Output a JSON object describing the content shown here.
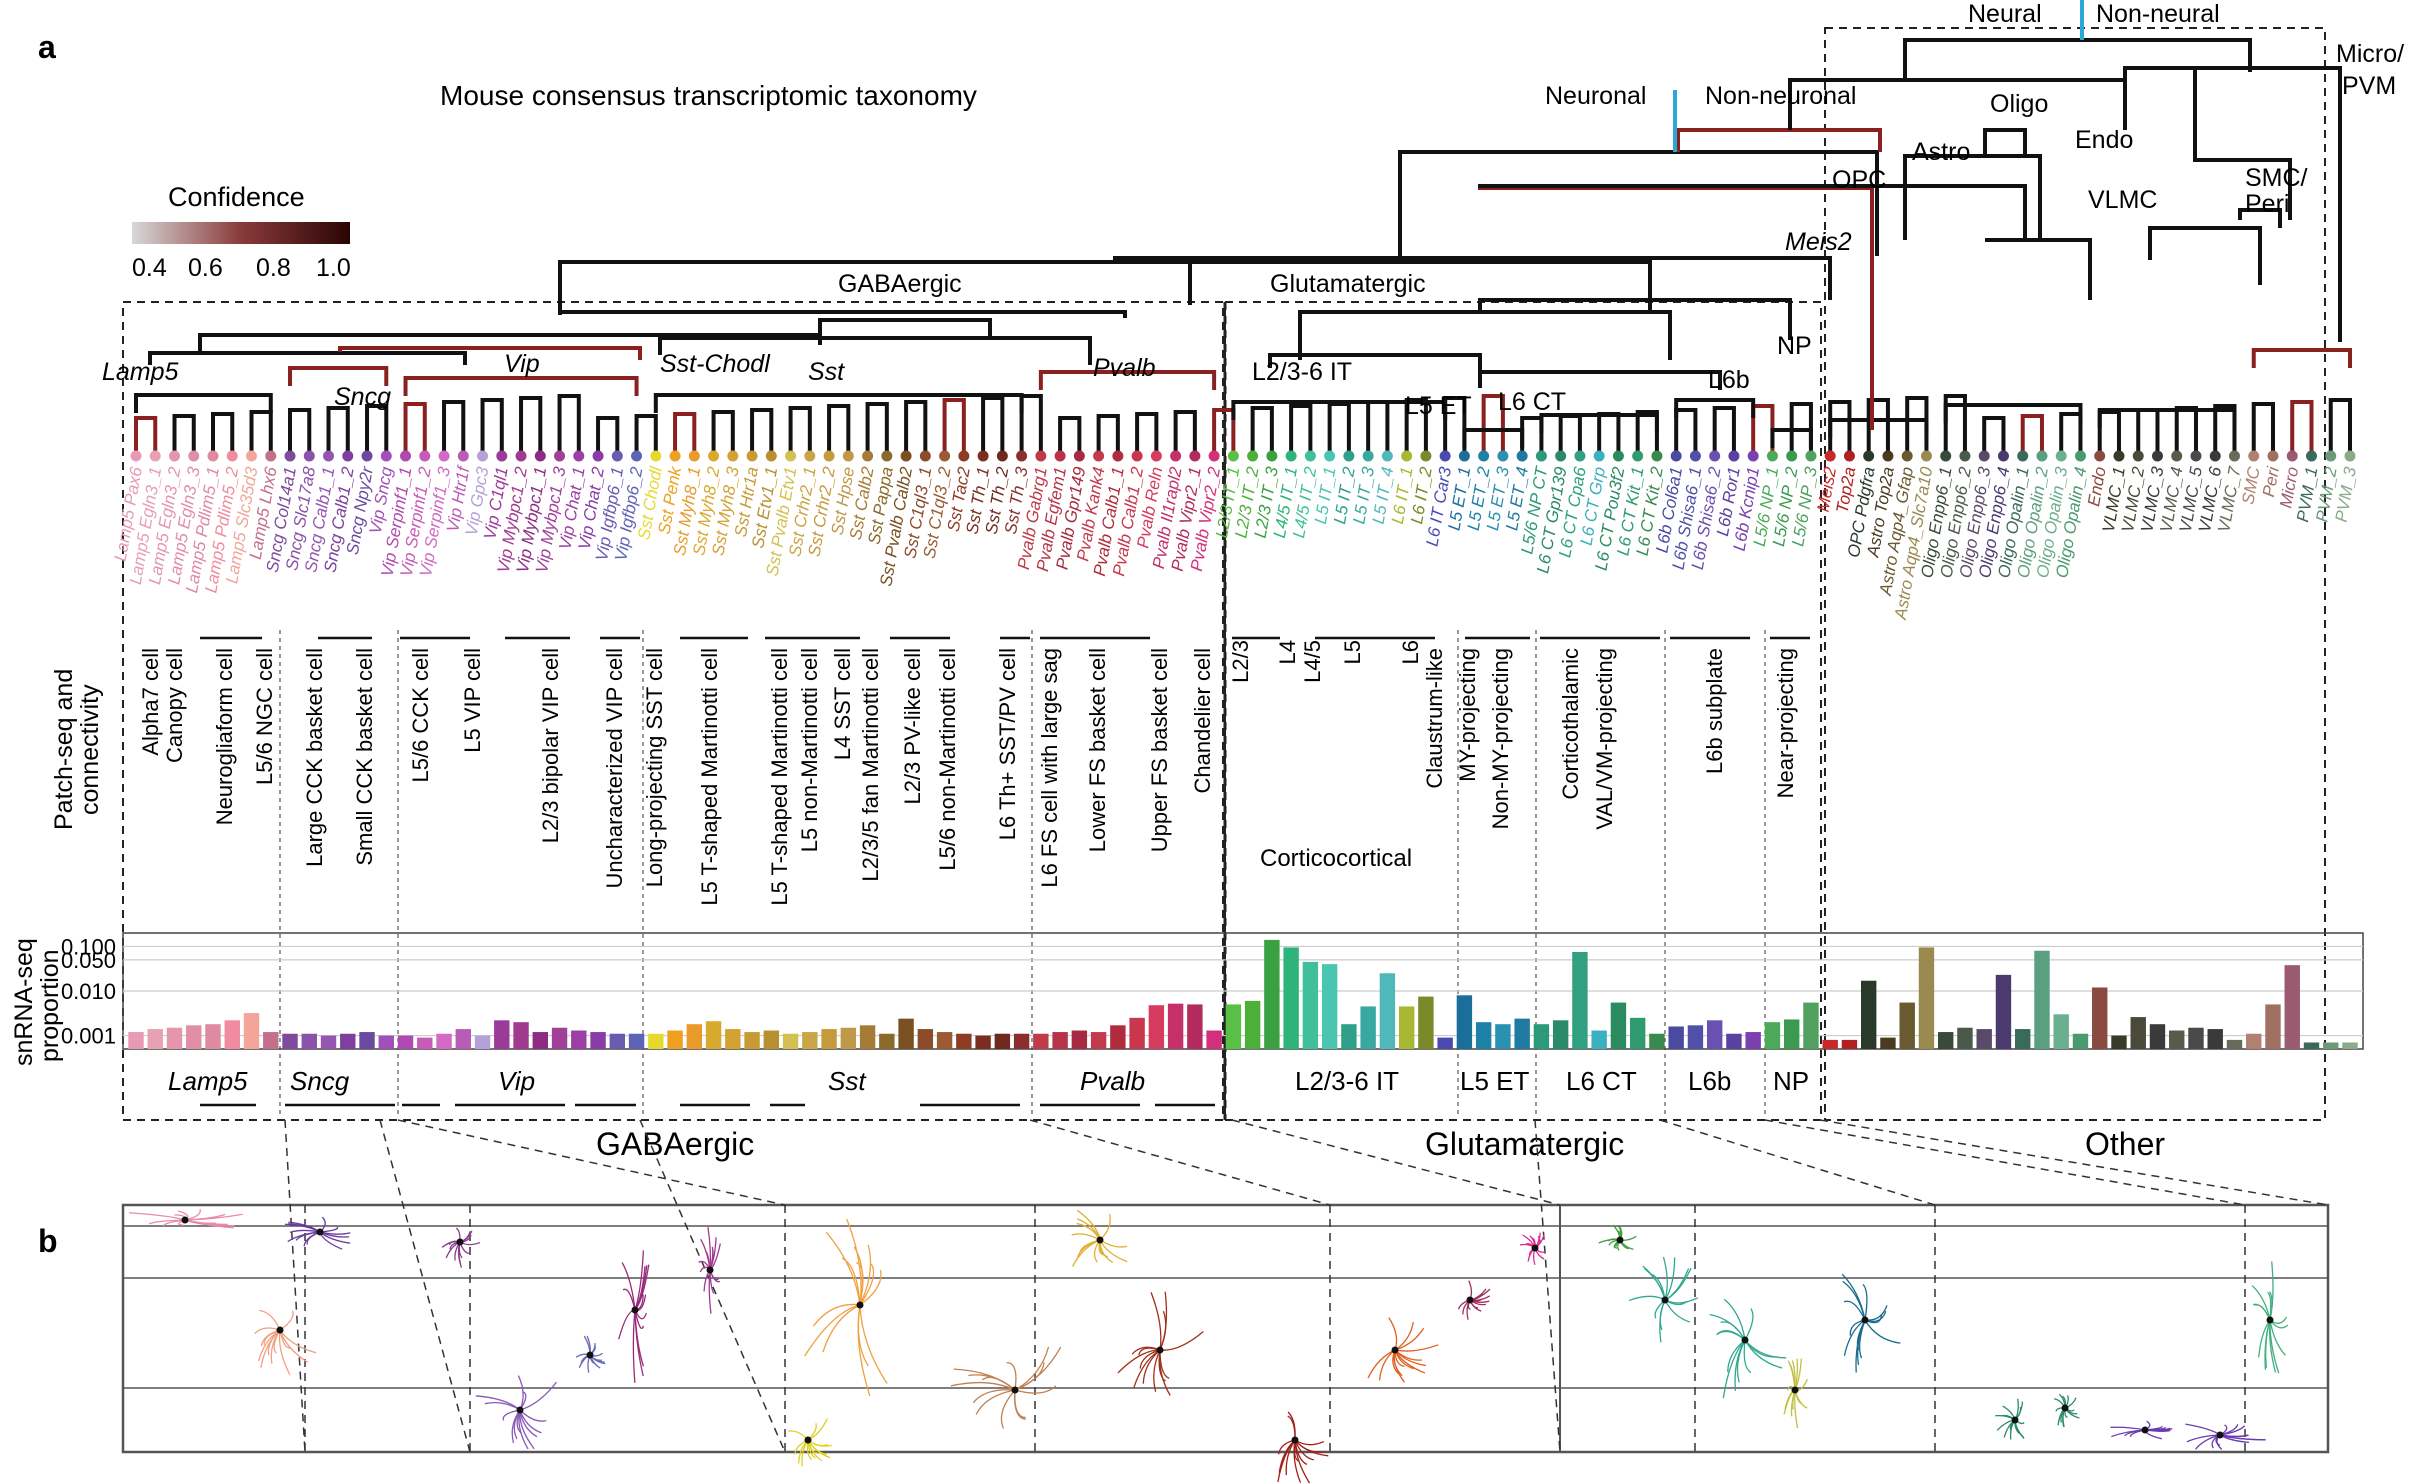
{
  "panel_labels": {
    "a": "a",
    "b": "b"
  },
  "title": "Mouse consensus transcriptomic taxonomy",
  "confidence": {
    "label": "Confidence",
    "ticks": [
      "0.4",
      "0.6",
      "0.8",
      "1.0"
    ]
  },
  "split_labels": {
    "neural": "Neural",
    "non_neural": "Non-neural",
    "neuronal": "Neuronal",
    "non_neuronal": "Non-neuronal",
    "gabaergic": "GABAergic",
    "glutamatergic": "Glutamatergic",
    "oligo": "Oligo",
    "astro": "Astro",
    "opc": "OPC",
    "meis2": "Meis2",
    "endo": "Endo",
    "vlmc": "VLMC",
    "smc_peri": "SMC/ Peri",
    "micro_pvm": "Micro/ PVM",
    "lamp5": "Lamp5",
    "sncg": "Sncg",
    "vip": "Vip",
    "sst_chodl": "Sst-Chodl",
    "sst": "Sst",
    "pvalb": "Pvalb",
    "l23_6_it": "L2/3-6 IT",
    "l5_et": "L5 ET",
    "l6_ct": "L6 CT",
    "l6b": "L6b",
    "np": "NP"
  },
  "leaves": [
    {
      "label": "Lamp5 Pax6",
      "color": "#e89ab4"
    },
    {
      "label": "Lamp5 Egln3_1",
      "color": "#e8a0b4"
    },
    {
      "label": "Lamp5 Egln3_2",
      "color": "#e596ad"
    },
    {
      "label": "Lamp5 Egln3_3",
      "color": "#e08fa7"
    },
    {
      "label": "Lamp5 Pdlim5_1",
      "color": "#de8aa1"
    },
    {
      "label": "Lamp5 Pdlim5_2",
      "color": "#f08ba0"
    },
    {
      "label": "Lamp5 Slc35d3",
      "color": "#f3a59a"
    },
    {
      "label": "Lamp5 Lhx6",
      "color": "#c4708a"
    },
    {
      "label": "Sncg Col14a1",
      "color": "#7d4a9c"
    },
    {
      "label": "Sncg Slc17a8",
      "color": "#8a52a8"
    },
    {
      "label": "Sncg Calb1_1",
      "color": "#9457b0"
    },
    {
      "label": "Sncg Calb1_2",
      "color": "#7e3f9e"
    },
    {
      "label": "Sncg Npy2r",
      "color": "#6a4aa0"
    },
    {
      "label": "Vip Sncg",
      "color": "#a050b8"
    },
    {
      "label": "Vip Serpinf1_1",
      "color": "#b14ab0"
    },
    {
      "label": "Vip Serpinf1_2",
      "color": "#c75bb6"
    },
    {
      "label": "Vip Serpinf1_3",
      "color": "#d36ac4"
    },
    {
      "label": "Vip Htr1f",
      "color": "#b85cb5"
    },
    {
      "label": "Vip Gpc3",
      "color": "#b6a0d8"
    },
    {
      "label": "Vip C1ql1",
      "color": "#9c3a9a"
    },
    {
      "label": "Vip Mybpc1_2",
      "color": "#a13a8e"
    },
    {
      "label": "Vip Mybpc1_1",
      "color": "#8e2b82"
    },
    {
      "label": "Vip Mybpc1_3",
      "color": "#a04099"
    },
    {
      "label": "Vip Chat_1",
      "color": "#9b3ea6"
    },
    {
      "label": "Vip Chat_2",
      "color": "#8b3ba6"
    },
    {
      "label": "Vip Igfbp6_1",
      "color": "#6a5ab0"
    },
    {
      "label": "Vip Igfbp6_2",
      "color": "#5f63b5"
    },
    {
      "label": "Sst Chodl",
      "color": "#e6d92d"
    },
    {
      "label": "Sst Penk",
      "color": "#f0a020"
    },
    {
      "label": "Sst Myh8_1",
      "color": "#e89a2a"
    },
    {
      "label": "Sst Myh8_2",
      "color": "#d9a82f"
    },
    {
      "label": "Sst Myh8_3",
      "color": "#d4a232"
    },
    {
      "label": "Sst Htr1a",
      "color": "#c89b36"
    },
    {
      "label": "Sst Etv1_1",
      "color": "#b99030"
    },
    {
      "label": "Sst Pvalb Etv1",
      "color": "#d4c050"
    },
    {
      "label": "Sst Crhr2_1",
      "color": "#c9a545"
    },
    {
      "label": "Sst Crhr2_2",
      "color": "#c59a3c"
    },
    {
      "label": "Sst Hpse",
      "color": "#bf9848"
    },
    {
      "label": "Sst Calb2",
      "color": "#a57c35"
    },
    {
      "label": "Sst Pappa",
      "color": "#8a6a2a"
    },
    {
      "label": "Sst Pvalb Calb2",
      "color": "#7a5020"
    },
    {
      "label": "Sst C1ql3_1",
      "color": "#8c4b2a"
    },
    {
      "label": "Sst C1ql3_2",
      "color": "#9a5a32"
    },
    {
      "label": "Sst Tac2",
      "color": "#8e3c26"
    },
    {
      "label": "Sst Th_1",
      "color": "#7a2e20"
    },
    {
      "label": "Sst Th_2",
      "color": "#6e2a1f"
    },
    {
      "label": "Sst Th_3",
      "color": "#8a2f2c"
    },
    {
      "label": "Pvalb Gabrg1",
      "color": "#c03a48"
    },
    {
      "label": "Pvalb Egfem1",
      "color": "#b8324a"
    },
    {
      "label": "Pvalb Gpr149",
      "color": "#a82a40"
    },
    {
      "label": "Pvalb Kank4",
      "color": "#c23a4d"
    },
    {
      "label": "Pvalb Calb1_1",
      "color": "#b02c3d"
    },
    {
      "label": "Pvalb Calb1_2",
      "color": "#c9374c"
    },
    {
      "label": "Pvalb Reln",
      "color": "#d63b60"
    },
    {
      "label": "Pvalb Il1rapl2",
      "color": "#c5306a"
    },
    {
      "label": "Pvalb Vipr2_1",
      "color": "#b22a5e"
    },
    {
      "label": "Pvalb Vipr2_2",
      "color": "#d2307a"
    },
    {
      "label": "L2/3 IT_1",
      "color": "#5abf45"
    },
    {
      "label": "L2/3 IT_2",
      "color": "#4caf3a"
    },
    {
      "label": "L2/3 IT_3",
      "color": "#3aa040"
    },
    {
      "label": "L4/5 IT_1",
      "color": "#2eb37a"
    },
    {
      "label": "L4/5 IT_2",
      "color": "#3fbf9a"
    },
    {
      "label": "L5 IT_1",
      "color": "#4ac5b0"
    },
    {
      "label": "L5 IT_2",
      "color": "#2fa08a"
    },
    {
      "label": "L5 IT_3",
      "color": "#38a8a0"
    },
    {
      "label": "L5 IT_4",
      "color": "#50b8b8"
    },
    {
      "label": "L6 IT_1",
      "color": "#a8b832"
    },
    {
      "label": "L6 IT_2",
      "color": "#7a8a2a"
    },
    {
      "label": "L6 IT Car3",
      "color": "#4a4ab0"
    },
    {
      "label": "L5 ET_1",
      "color": "#1a6e9a"
    },
    {
      "label": "L5 ET_2",
      "color": "#1e82a8"
    },
    {
      "label": "L5 ET_3",
      "color": "#2a90b0"
    },
    {
      "label": "L5 ET_4",
      "color": "#1e7aa0"
    },
    {
      "label": "L5/6 NP CT",
      "color": "#2a9a7a"
    },
    {
      "label": "L6 CT Gpr139",
      "color": "#2a8a6a"
    },
    {
      "label": "L6 CT Cpa6",
      "color": "#30a080"
    },
    {
      "label": "L6 CT Grp",
      "color": "#3ab0c0"
    },
    {
      "label": "L6 CT Pou3f2",
      "color": "#2a8a60"
    },
    {
      "label": "L6 CT Kit_1",
      "color": "#309a70"
    },
    {
      "label": "L6 CT Kit_2",
      "color": "#3a8a50"
    },
    {
      "label": "L6b Col6a1",
      "color": "#4a4aa0"
    },
    {
      "label": "L6b Shisa6_1",
      "color": "#5050a8"
    },
    {
      "label": "L6b Shisa6_2",
      "color": "#6a50b0"
    },
    {
      "label": "L6b Ror1",
      "color": "#5a40a0"
    },
    {
      "label": "L6b Kcnip1",
      "color": "#7a40b0"
    },
    {
      "label": "L5/6 NP_1",
      "color": "#4aaa5a"
    },
    {
      "label": "L5/6 NP_2",
      "color": "#3a9a50"
    },
    {
      "label": "L5/6 NP_3",
      "color": "#50a060"
    },
    {
      "label": "Meis2",
      "color": "#c82828"
    },
    {
      "label": "Top2a",
      "color": "#b02020"
    },
    {
      "label": "OPC Pdgfra",
      "color": "#2a3a2a"
    },
    {
      "label": "Astro Top2a",
      "color": "#4a3a20"
    },
    {
      "label": "Astro Aqp4_Gfap",
      "color": "#6a5a30"
    },
    {
      "label": "Astro Aqp4_Slc7a10",
      "color": "#9a8a50"
    },
    {
      "label": "Oligo Enpp6_1",
      "color": "#3a4a3a"
    },
    {
      "label": "Oligo Enpp6_2",
      "color": "#4a5a4a"
    },
    {
      "label": "Oligo Enpp6_3",
      "color": "#5a4a6a"
    },
    {
      "label": "Oligo Enpp6_4",
      "color": "#4a3a70"
    },
    {
      "label": "Oligo Opalin_1",
      "color": "#3a6a5a"
    },
    {
      "label": "Oligo Opalin_2",
      "color": "#5aa080"
    },
    {
      "label": "Oligo Opalin_3",
      "color": "#6ab090"
    },
    {
      "label": "Oligo Opalin_4",
      "color": "#4a9a70"
    },
    {
      "label": "Endo",
      "color": "#8a4a40"
    },
    {
      "label": "VLMC_1",
      "color": "#3a3a2a"
    },
    {
      "label": "VLMC_2",
      "color": "#4a4a3a"
    },
    {
      "label": "VLMC_3",
      "color": "#3a3a3a"
    },
    {
      "label": "VLMC_4",
      "color": "#5a5a4a"
    },
    {
      "label": "VLMC_5",
      "color": "#4a4a4a"
    },
    {
      "label": "VLMC_6",
      "color": "#3a3a3a"
    },
    {
      "label": "VLMC_7",
      "color": "#6a6a5a"
    },
    {
      "label": "SMC",
      "color": "#b08070"
    },
    {
      "label": "Peri",
      "color": "#a07060"
    },
    {
      "label": "Micro",
      "color": "#9a5a70"
    },
    {
      "label": "PVM_1",
      "color": "#3a6a5a"
    },
    {
      "label": "PVM_2",
      "color": "#6a9a7a"
    },
    {
      "label": "PVM_3",
      "color": "#8aaa8a"
    }
  ],
  "patch_seq": {
    "axis_label": "Patch-seq and connectivity",
    "cells": [
      "Alpha7 cell",
      "Canopy cell",
      "Neurogliaform cell",
      "L5/6 NGC cell",
      "Large CCK basket cell",
      "Small CCK basket cell",
      "L5/6 CCK cell",
      "L5 VIP cell",
      "L2/3 bipolar VIP cell",
      "Uncharacterized VIP cell",
      "Long-projecting SST cell",
      "L5 T-shaped Martinotti cell",
      "L5 T-shaped Martinotti cell",
      "L5 non-Martinotti cell",
      "L4 SST cell",
      "L2/3/5 fan Martinotti cell",
      "L2/3 PV-like cell",
      "L5/6 non-Martinotti cell",
      "L6 Th+ SST/PV cell",
      "L6 FS cell with large sag",
      "Lower FS basket cell",
      "Upper FS basket cell",
      "Chandelier cell",
      "L2/3",
      "L4",
      "L4/5",
      "L5",
      "L6",
      "Claustrum-like",
      "MY-projecting",
      "Non-MY-projecting",
      "Corticothalamic",
      "VAL/VM-projecting",
      "L6b subplate",
      "Near-projecting"
    ],
    "corticocortical": "Corticocortical"
  },
  "snrna": {
    "axis_label": "snRNA-seq proportion",
    "ticks": [
      "0.100",
      "0.050",
      "0.010",
      "0.001"
    ]
  },
  "groups": {
    "lamp5": "Lamp5",
    "sncg": "Sncg",
    "vip": "Vip",
    "sst": "Sst",
    "pvalb": "Pvalb",
    "it": "L2/3-6 IT",
    "et": "L5 ET",
    "ct": "L6 CT",
    "l6b": "L6b",
    "np": "NP",
    "gaba": "GABAergic",
    "glut": "Glutamatergic",
    "other": "Other"
  },
  "chart_data": {
    "type": "bar",
    "title": "",
    "ylabel": "snRNA-seq proportion",
    "yscale": "log",
    "ylim": [
      0.0005,
      0.2
    ],
    "categories": [
      "Lamp5 Pax6",
      "Lamp5 Egln3_1",
      "Lamp5 Egln3_2",
      "Lamp5 Egln3_3",
      "Lamp5 Pdlim5_1",
      "Lamp5 Pdlim5_2",
      "Lamp5 Slc35d3",
      "Lamp5 Lhx6",
      "Sncg Col14a1",
      "Sncg Slc17a8",
      "Sncg Calb1_1",
      "Sncg Calb1_2",
      "Sncg Npy2r",
      "Vip Sncg",
      "Vip Serpinf1_1",
      "Vip Serpinf1_2",
      "Vip Serpinf1_3",
      "Vip Htr1f",
      "Vip Gpc3",
      "Vip C1ql1",
      "Vip Mybpc1_2",
      "Vip Mybpc1_1",
      "Vip Mybpc1_3",
      "Vip Chat_1",
      "Vip Chat_2",
      "Vip Igfbp6_1",
      "Vip Igfbp6_2",
      "Sst Chodl",
      "Sst Penk",
      "Sst Myh8_1",
      "Sst Myh8_2",
      "Sst Myh8_3",
      "Sst Htr1a",
      "Sst Etv1_1",
      "Sst Pvalb Etv1",
      "Sst Crhr2_1",
      "Sst Crhr2_2",
      "Sst Hpse",
      "Sst Calb2",
      "Sst Pappa",
      "Sst Pvalb Calb2",
      "Sst C1ql3_1",
      "Sst C1ql3_2",
      "Sst Tac2",
      "Sst Th_1",
      "Sst Th_2",
      "Sst Th_3",
      "Pvalb Gabrg1",
      "Pvalb Egfem1",
      "Pvalb Gpr149",
      "Pvalb Kank4",
      "Pvalb Calb1_1",
      "Pvalb Calb1_2",
      "Pvalb Reln",
      "Pvalb Il1rapl2",
      "Pvalb Vipr2_1",
      "Pvalb Vipr2_2",
      "L2/3 IT_1",
      "L2/3 IT_2",
      "L2/3 IT_3",
      "L4/5 IT_1",
      "L4/5 IT_2",
      "L5 IT_1",
      "L5 IT_2",
      "L5 IT_3",
      "L5 IT_4",
      "L6 IT_1",
      "L6 IT_2",
      "L6 IT Car3",
      "L5 ET_1",
      "L5 ET_2",
      "L5 ET_3",
      "L5 ET_4",
      "L5/6 NP CT",
      "L6 CT Gpr139",
      "L6 CT Cpa6",
      "L6 CT Grp",
      "L6 CT Pou3f2",
      "L6 CT Kit_1",
      "L6 CT Kit_2",
      "L6b Col6a1",
      "L6b Shisa6_1",
      "L6b Shisa6_2",
      "L6b Ror1",
      "L6b Kcnip1",
      "L5/6 NP_1",
      "L5/6 NP_2",
      "L5/6 NP_3",
      "Meis2",
      "Top2a",
      "OPC Pdgfra",
      "Astro Top2a",
      "Astro Aqp4_Gfap",
      "Astro Aqp4_Slc7a10",
      "Oligo Enpp6_1",
      "Oligo Enpp6_2",
      "Oligo Enpp6_3",
      "Oligo Enpp6_4",
      "Oligo Opalin_1",
      "Oligo Opalin_2",
      "Oligo Opalin_3",
      "Oligo Opalin_4",
      "Endo",
      "VLMC_1",
      "VLMC_2",
      "VLMC_3",
      "VLMC_4",
      "VLMC_5",
      "VLMC_6",
      "VLMC_7",
      "SMC",
      "Peri",
      "Micro",
      "PVM_1",
      "PVM_2",
      "PVM_3"
    ],
    "values": [
      0.0012,
      0.0014,
      0.0015,
      0.0017,
      0.0018,
      0.0022,
      0.0032,
      0.0012,
      0.0011,
      0.0011,
      0.001,
      0.0011,
      0.0012,
      0.001,
      0.001,
      0.0009,
      0.0011,
      0.0014,
      0.001,
      0.0022,
      0.002,
      0.0012,
      0.0015,
      0.0013,
      0.0012,
      0.0011,
      0.0011,
      0.0011,
      0.0013,
      0.0018,
      0.0021,
      0.0014,
      0.0012,
      0.0013,
      0.0011,
      0.0012,
      0.0014,
      0.0015,
      0.0017,
      0.0011,
      0.0024,
      0.0014,
      0.0012,
      0.0011,
      0.001,
      0.0011,
      0.0011,
      0.0011,
      0.0012,
      0.0013,
      0.0012,
      0.0017,
      0.0025,
      0.0048,
      0.0052,
      0.005,
      0.0013,
      0.005,
      0.006,
      0.14,
      0.095,
      0.045,
      0.04,
      0.0018,
      0.0045,
      0.025,
      0.0045,
      0.0075,
      0.0009,
      0.008,
      0.002,
      0.0018,
      0.0024,
      0.0018,
      0.0022,
      0.075,
      0.0013,
      0.0055,
      0.0025,
      0.0011,
      0.0016,
      0.0017,
      0.0022,
      0.0011,
      0.0012,
      0.002,
      0.0023,
      0.0055,
      0.0008,
      0.0008,
      0.017,
      0.0009,
      0.0055,
      0.095,
      0.0012,
      0.0015,
      0.0014,
      0.023,
      0.0014,
      0.08,
      0.003,
      0.0011,
      0.012,
      0.001,
      0.0026,
      0.0018,
      0.0013,
      0.0015,
      0.0014,
      0.0008,
      0.0011,
      0.005,
      0.038,
      0.0007,
      0.0007,
      0.0007
    ]
  }
}
